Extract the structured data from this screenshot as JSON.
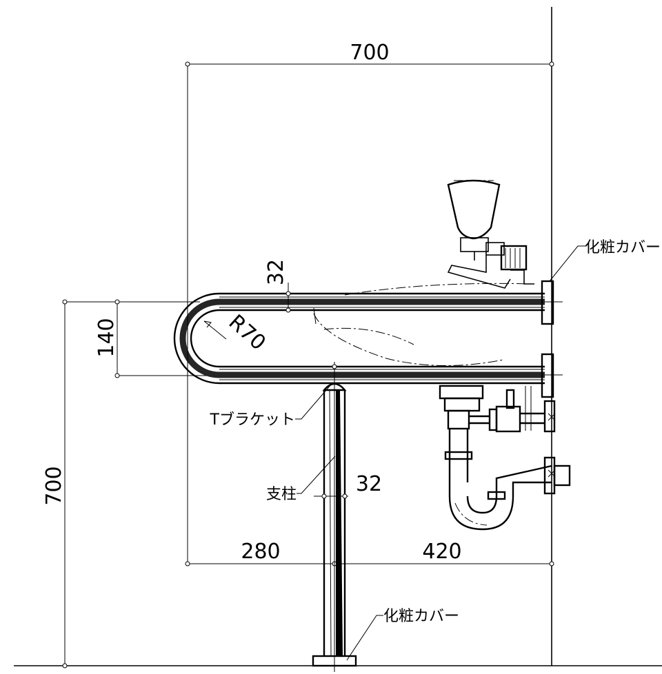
{
  "dimensions": {
    "overall_width": "700",
    "overall_height": "700",
    "rail_spacing": "140",
    "bend_radius": "R70",
    "rail_diameter": "32",
    "post_diameter": "32",
    "post_offset": "280",
    "post_to_wall": "420"
  },
  "callouts": {
    "wall_cover": "化粧カバー",
    "floor_cover": "化粧カバー",
    "t_bracket": "Tブラケット",
    "post": "支柱"
  }
}
